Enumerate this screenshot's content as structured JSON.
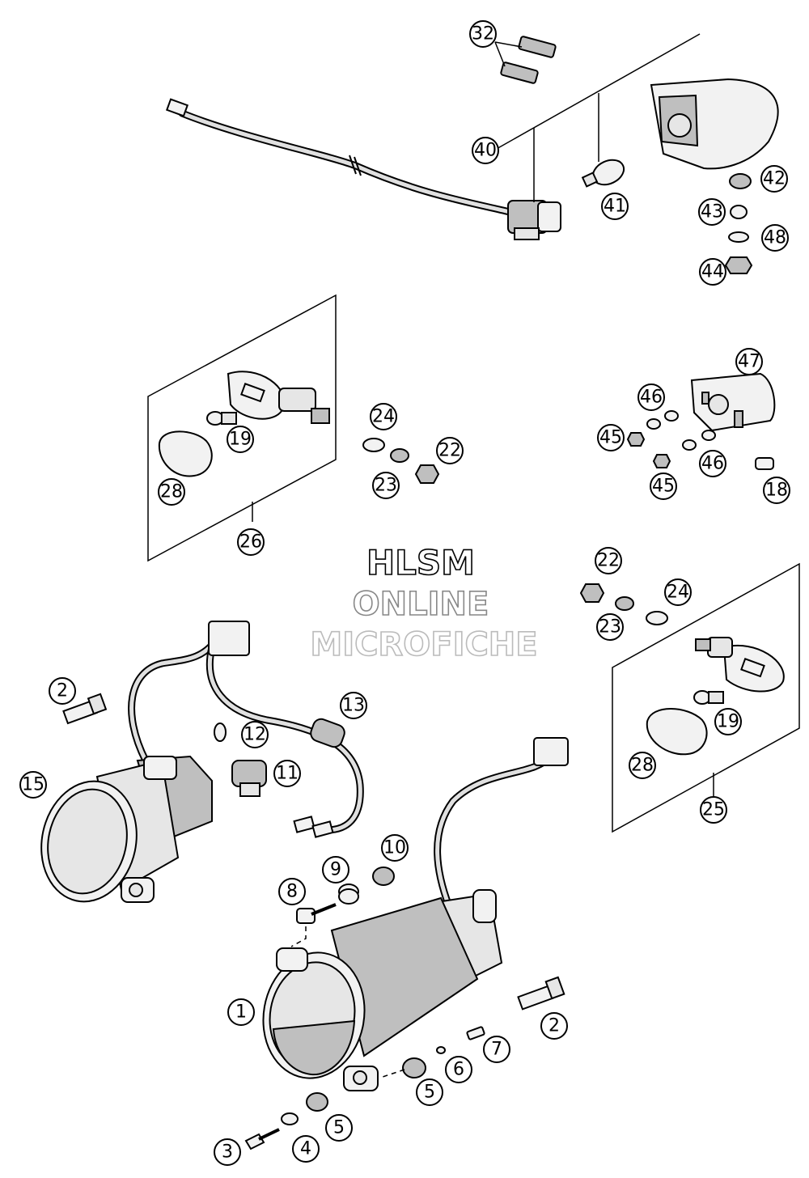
{
  "watermark": {
    "line1": "HLSM",
    "line2": "ONLINE",
    "line3": "MICROFICHE"
  },
  "callouts": {
    "c32": "32",
    "c40": "40",
    "c41": "41",
    "c42": "42",
    "c43": "43",
    "c48": "48",
    "c44": "44",
    "c47": "47",
    "c46a": "46",
    "c45a": "45",
    "c46b": "46",
    "c45b": "45",
    "c18": "18",
    "c24a": "24",
    "c22a": "22",
    "c23a": "23",
    "c19a": "19",
    "c28a": "28",
    "c26": "26",
    "c22b": "22",
    "c24b": "24",
    "c23b": "23",
    "c19b": "19",
    "c28b": "28",
    "c25": "25",
    "c2a": "2",
    "c15": "15",
    "c12": "12",
    "c13": "13",
    "c11": "11",
    "c10": "10",
    "c9": "9",
    "c8": "8",
    "c1": "1",
    "c2b": "2",
    "c7": "7",
    "c6": "6",
    "c5a": "5",
    "c5b": "5",
    "c4": "4",
    "c3": "3"
  }
}
